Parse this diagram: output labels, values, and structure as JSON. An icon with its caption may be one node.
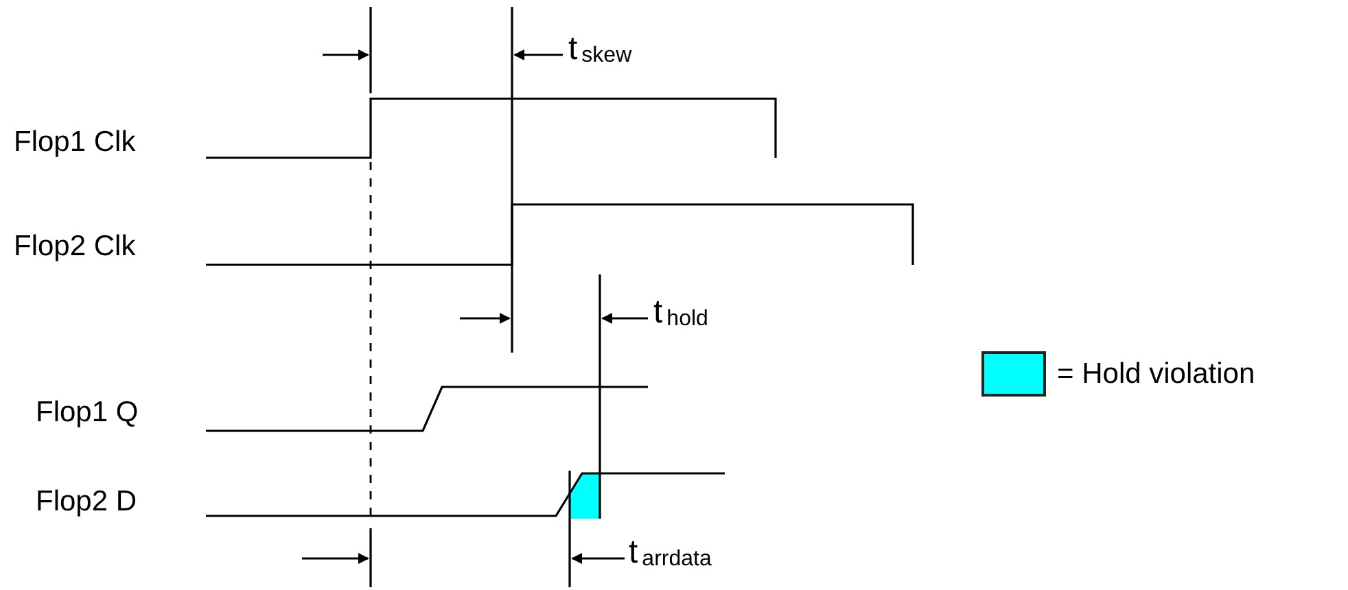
{
  "diagram": {
    "labels": [
      "t$_{skew}$",
      "Flop1 Clk",
      "Flop2 Clk",
      "t$_{hold}$",
      "Flop1 Q",
      "Flop2 D",
      "t$_{arrdata}$"
    ],
    "legend": [
      {
        "text": "= Hold violation",
        "color": "#00ffff"
      }
    ]
  }
}
